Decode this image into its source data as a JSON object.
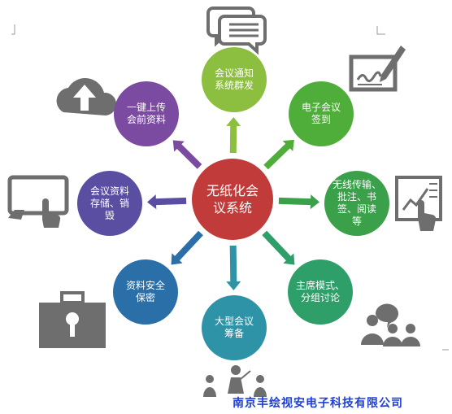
{
  "center": {
    "label": "无纸化会\n议系统",
    "color": "#c23b3b"
  },
  "nodes": [
    {
      "key": "notify",
      "label": "会议通知\n系统群发",
      "color": "#8cbf3f"
    },
    {
      "key": "signin",
      "label": "电子会议\n签到",
      "color": "#4fae3a"
    },
    {
      "key": "wireless",
      "label": "无线传输、\n批注、书\n签、阅读\n等",
      "color": "#3aa04a"
    },
    {
      "key": "chair",
      "label": "主席模式、\n分组讨论",
      "color": "#2f9f6a"
    },
    {
      "key": "prepare",
      "label": "大型会议\n筹备",
      "color": "#2f93a8"
    },
    {
      "key": "security",
      "label": "资料安全\n保密",
      "color": "#2a6fa8"
    },
    {
      "key": "storage",
      "label": "会议资料\n存储、销\n毁",
      "color": "#5a4ea3"
    },
    {
      "key": "upload",
      "label": "一键上传\n会前资料",
      "color": "#7a4ba0"
    }
  ],
  "icons": [
    {
      "key": "notify",
      "name": "chat-bubbles-icon"
    },
    {
      "key": "signin",
      "name": "signature-pen-icon"
    },
    {
      "key": "wireless",
      "name": "chart-touch-screen-icon"
    },
    {
      "key": "chair",
      "name": "group-meeting-icon"
    },
    {
      "key": "prepare",
      "name": "presenter-audience-icon"
    },
    {
      "key": "security",
      "name": "briefcase-lock-icon"
    },
    {
      "key": "storage",
      "name": "tablet-touch-icon"
    },
    {
      "key": "upload",
      "name": "cloud-upload-icon"
    }
  ],
  "footer": {
    "company": "南京丰绘视安电子科技有限公司"
  }
}
